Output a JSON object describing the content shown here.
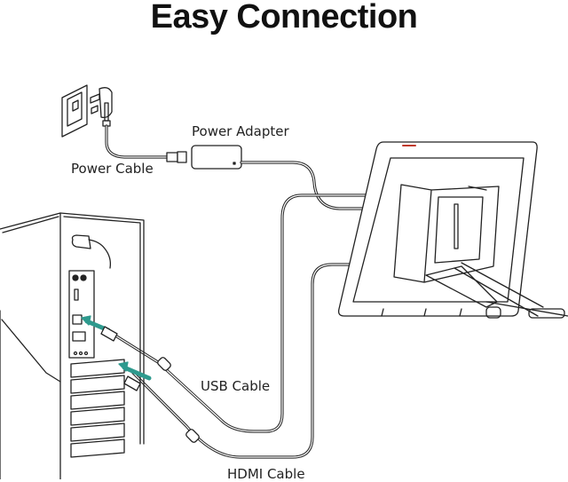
{
  "title": "Easy Connection",
  "labels": {
    "power_adapter": "Power Adapter",
    "power_cable": "Power Cable",
    "usb_cable": "USB Cable",
    "hdmi_cable": "HDMI Cable"
  },
  "components": {
    "wall_outlet": "wall-outlet-with-plug",
    "computer": "desktop-tower-computer",
    "display": "pen-display-tablet-with-stand"
  },
  "colors": {
    "line": "#222222",
    "arrow": "#2e9a8e",
    "accent_red": "#c0392b"
  }
}
